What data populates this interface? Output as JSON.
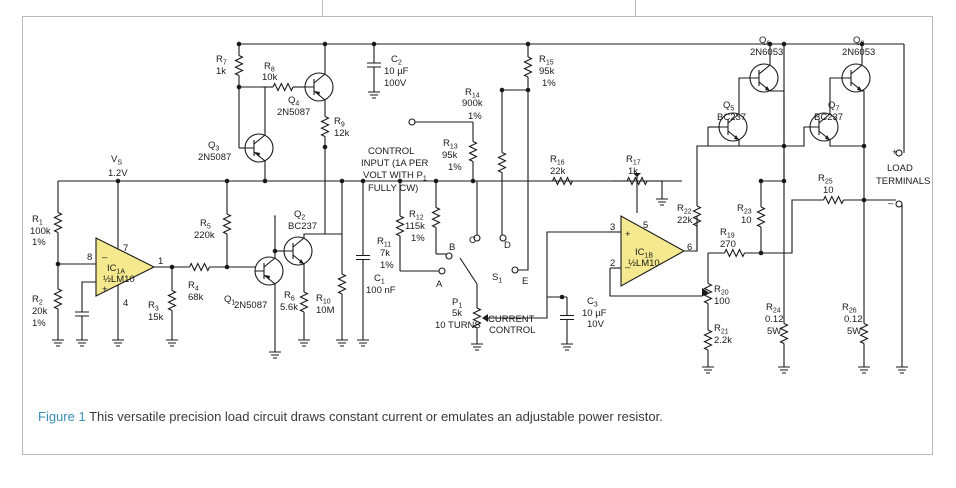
{
  "caption": {
    "figure_label": "Figure 1",
    "text": "This versatile precision load circuit draws constant current or emulates an adjustable power resistor."
  },
  "opamps": {
    "ic1a": {
      "name": "IC",
      "sub": "1A",
      "part": "½LM10",
      "pin_out": "1",
      "pin_in_plus_label": "+",
      "pin_in_minus_label": "–",
      "pin_top": "7",
      "pin_bottom": "4",
      "pin_left": "8"
    },
    "ic1b": {
      "name": "IC",
      "sub": "1B",
      "part": "½LM10",
      "pin_plus": "3",
      "pin_minus": "2",
      "pin_out": "6",
      "pin_top": "5",
      "plus_label": "+",
      "minus_label": "–"
    }
  },
  "supply": {
    "name": "V",
    "sub": "S",
    "value": "1.2V"
  },
  "resistors": [
    {
      "id": "R1",
      "name": "R",
      "sub": "1",
      "value": "100k",
      "tol": "1%"
    },
    {
      "id": "R2",
      "name": "R",
      "sub": "2",
      "value": "20k",
      "tol": "1%"
    },
    {
      "id": "R3",
      "name": "R",
      "sub": "3",
      "value": "15k"
    },
    {
      "id": "R4",
      "name": "R",
      "sub": "4",
      "value": "68k"
    },
    {
      "id": "R5",
      "name": "R",
      "sub": "5",
      "value": "220k"
    },
    {
      "id": "R6",
      "name": "R",
      "sub": "6",
      "value": "5.6k"
    },
    {
      "id": "R7",
      "name": "R",
      "sub": "7",
      "value": "1k"
    },
    {
      "id": "R8",
      "name": "R",
      "sub": "8",
      "value": "10k"
    },
    {
      "id": "R9",
      "name": "R",
      "sub": "9",
      "value": "12k"
    },
    {
      "id": "R10",
      "name": "R",
      "sub": "10",
      "value": "10M"
    },
    {
      "id": "R11",
      "name": "R",
      "sub": "11",
      "value": "7k",
      "tol": "1%"
    },
    {
      "id": "R12",
      "name": "R",
      "sub": "12",
      "value": "115k",
      "tol": "1%"
    },
    {
      "id": "R13",
      "name": "R",
      "sub": "13",
      "value": "95k",
      "tol": "1%"
    },
    {
      "id": "R14",
      "name": "R",
      "sub": "14",
      "value": "900k",
      "tol": "1%"
    },
    {
      "id": "R15",
      "name": "R",
      "sub": "15",
      "value": "95k",
      "tol": "1%"
    },
    {
      "id": "R16",
      "name": "R",
      "sub": "16",
      "value": "22k"
    },
    {
      "id": "R17",
      "name": "R",
      "sub": "17",
      "value": "1k"
    },
    {
      "id": "R19",
      "name": "R",
      "sub": "19",
      "value": "270"
    },
    {
      "id": "R20",
      "name": "R",
      "sub": "20",
      "value": "100"
    },
    {
      "id": "R21",
      "name": "R",
      "sub": "21",
      "value": "2.2k"
    },
    {
      "id": "R22",
      "name": "R",
      "sub": "22",
      "value": "22k"
    },
    {
      "id": "R23",
      "name": "R",
      "sub": "23",
      "value": "10"
    },
    {
      "id": "R24",
      "name": "R",
      "sub": "24",
      "value": "0.12",
      "extra": "5W"
    },
    {
      "id": "R25",
      "name": "R",
      "sub": "25",
      "value": "10"
    },
    {
      "id": "R26",
      "name": "R",
      "sub": "26",
      "value": "0.12",
      "extra": "5W"
    }
  ],
  "capacitors": [
    {
      "id": "C1",
      "name": "C",
      "sub": "1",
      "value": "100 nF"
    },
    {
      "id": "C2",
      "name": "C",
      "sub": "2",
      "value": "10 µF",
      "voltage": "100V"
    },
    {
      "id": "C3",
      "name": "C",
      "sub": "3",
      "value": "10 µF",
      "voltage": "10V"
    }
  ],
  "transistors": [
    {
      "id": "Q1",
      "name": "Q",
      "sub": "1",
      "part": "2N5087"
    },
    {
      "id": "Q2",
      "name": "Q",
      "sub": "2",
      "part": "BC237"
    },
    {
      "id": "Q3",
      "name": "Q",
      "sub": "3",
      "part": "2N5087"
    },
    {
      "id": "Q4",
      "name": "Q",
      "sub": "4",
      "part": "2N5087"
    },
    {
      "id": "Q5",
      "name": "Q",
      "sub": "5",
      "part": "BC237"
    },
    {
      "id": "Q6",
      "name": "Q",
      "sub": "6",
      "part": "2N6053"
    },
    {
      "id": "Q7",
      "name": "Q",
      "sub": "7",
      "part": "BC237"
    },
    {
      "id": "Q8",
      "name": "Q",
      "sub": "8",
      "part": "2N6053"
    }
  ],
  "pot": {
    "name": "P",
    "sub": "1",
    "value": "5k",
    "turns": "10 TURNS",
    "label1": "CURRENT",
    "label2": "CONTROL"
  },
  "switch": {
    "name": "S",
    "sub": "1",
    "positions": [
      "A",
      "B",
      "C",
      "D",
      "E"
    ]
  },
  "control_input": {
    "line1": "CONTROL",
    "line2": "INPUT (1A PER",
    "line3": "VOLT WITH P",
    "line3_sub": "1",
    "line4": "FULLY CW)"
  },
  "load": {
    "line1": "LOAD",
    "line2": "TERMINALS",
    "plus": "+",
    "minus": "–"
  }
}
